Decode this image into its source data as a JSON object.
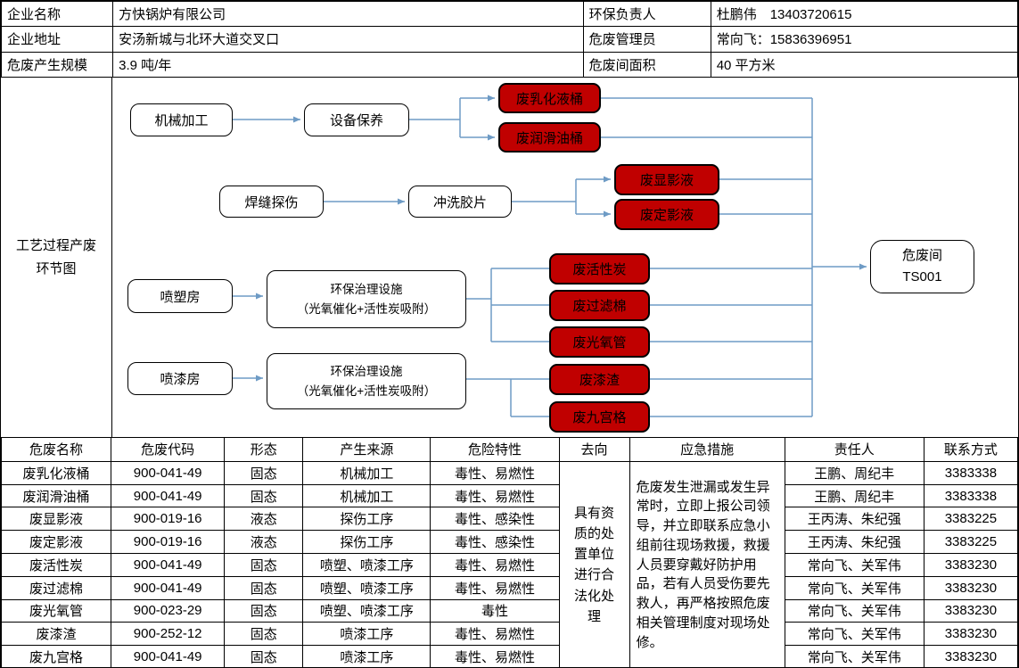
{
  "header": {
    "rows": [
      {
        "label1": "企业名称",
        "value1": "方快锅炉有限公司",
        "label2": "环保负责人",
        "value2": "杜鹏伟　13403720615"
      },
      {
        "label1": "企业地址",
        "value1": "安汤新城与北环大道交叉口",
        "label2": "危废管理员",
        "value2": "常向飞：15836396951"
      },
      {
        "label1": "危废产生规模",
        "value1": "3.9 吨/年",
        "label2": "危废间面积",
        "value2": "40 平方米"
      }
    ]
  },
  "diagram": {
    "section_label": "工艺过程产废环节图",
    "nodes": {
      "machining": "机械加工",
      "maintenance": "设备保养",
      "weld_test": "焊缝探伤",
      "film_rinse": "冲洗胶片",
      "plastic_room": "喷塑房",
      "paint_room": "喷漆房",
      "env_line1": "环保治理设施",
      "env_line2": "（光氧催化+活性炭吸附）",
      "storage_line1": "危废间",
      "storage_line2": "TS001"
    },
    "wastes": [
      "废乳化液桶",
      "废润滑油桶",
      "废显影液",
      "废定影液",
      "废活性炭",
      "废过滤棉",
      "废光氧管",
      "废漆渣",
      "废九宫格"
    ],
    "colors": {
      "waste_bg": "#c00000",
      "connector": "#6e9bc5"
    }
  },
  "table": {
    "headers": [
      "危废名称",
      "危废代码",
      "形态",
      "产生来源",
      "危险特性",
      "去向",
      "应急措施",
      "责任人",
      "联系方式"
    ],
    "rows": [
      {
        "name": "废乳化液桶",
        "code": "900-041-49",
        "form": "固态",
        "source": "机械加工",
        "hazard": "毒性、易燃性",
        "owner": "王鹏、周纪丰",
        "phone": "3383338"
      },
      {
        "name": "废润滑油桶",
        "code": "900-041-49",
        "form": "固态",
        "source": "机械加工",
        "hazard": "毒性、易燃性",
        "owner": "王鹏、周纪丰",
        "phone": "3383338"
      },
      {
        "name": "废显影液",
        "code": "900-019-16",
        "form": "液态",
        "source": "探伤工序",
        "hazard": "毒性、感染性",
        "owner": "王丙涛、朱纪强",
        "phone": "3383225"
      },
      {
        "name": "废定影液",
        "code": "900-019-16",
        "form": "液态",
        "source": "探伤工序",
        "hazard": "毒性、感染性",
        "owner": "王丙涛、朱纪强",
        "phone": "3383225"
      },
      {
        "name": "废活性炭",
        "code": "900-041-49",
        "form": "固态",
        "source": "喷塑、喷漆工序",
        "hazard": "毒性、易燃性",
        "owner": "常向飞、关军伟",
        "phone": "3383230"
      },
      {
        "name": "废过滤棉",
        "code": "900-041-49",
        "form": "固态",
        "source": "喷塑、喷漆工序",
        "hazard": "毒性、易燃性",
        "owner": "常向飞、关军伟",
        "phone": "3383230"
      },
      {
        "name": "废光氧管",
        "code": "900-023-29",
        "form": "固态",
        "source": "喷塑、喷漆工序",
        "hazard": "毒性",
        "owner": "常向飞、关军伟",
        "phone": "3383230"
      },
      {
        "name": "废漆渣",
        "code": "900-252-12",
        "form": "固态",
        "source": "喷漆工序",
        "hazard": "毒性、易燃性",
        "owner": "常向飞、关军伟",
        "phone": "3383230"
      },
      {
        "name": "废九宫格",
        "code": "900-041-49",
        "form": "固态",
        "source": "喷漆工序",
        "hazard": "毒性、易燃性",
        "owner": "常向飞、关军伟",
        "phone": "3383230"
      }
    ],
    "destination": "具有资质的处置单位进行合法化处理",
    "emergency": "危废发生泄漏或发生异常时，立即上报公司领导，并立即联系应急小组前往现场救援，救援人员要穿戴好防护用品，若有人员受伤要先救人，再严格按照危废相关管理制度对现场处修。"
  }
}
